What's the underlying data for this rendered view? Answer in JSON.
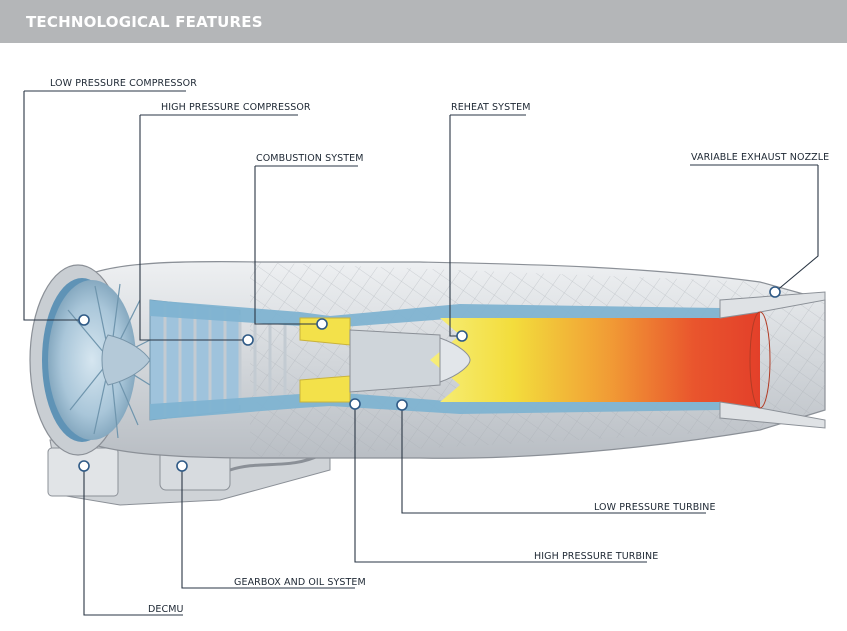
{
  "header": {
    "title": "TECHNOLOGICAL FEATURES"
  },
  "labels": {
    "low_pressure_compressor": "LOW PRESSURE COMPRESSOR",
    "high_pressure_compressor": "HIGH PRESSURE COMPRESSOR",
    "combustion_system": "COMBUSTION SYSTEM",
    "reheat_system": "REHEAT SYSTEM",
    "variable_exhaust_nozzle": "VARIABLE EXHAUST NOZZLE",
    "low_pressure_turbine": "LOW PRESSURE TURBINE",
    "high_pressure_turbine": "HIGH PRESSURE TURBINE",
    "gearbox_and_oil_system": "GEARBOX AND OIL SYSTEM",
    "decmu": "DECMU"
  },
  "colors": {
    "header_bg": "#b4b6b8",
    "casing": "#d9dcdf",
    "cold_flow": "#7fb3d1",
    "flame_yellow": "#f3e14a",
    "flame_red": "#e8452c",
    "callout_dot": "#2f5a86"
  }
}
